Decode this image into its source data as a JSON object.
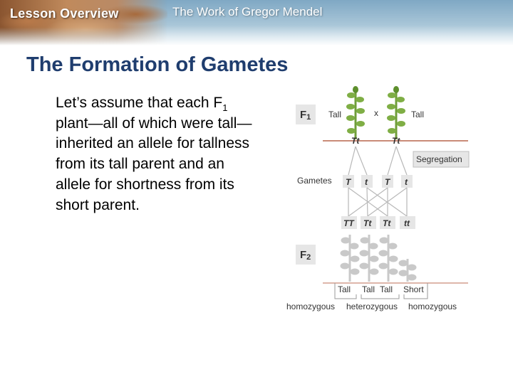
{
  "header": {
    "lesson_label": "Lesson Overview",
    "unit_title": "The Work of Gregor Mendel"
  },
  "slide": {
    "title": "The Formation of Gametes",
    "body_before_sub": "Let’s assume that each F",
    "body_subscript": "1",
    "body_after_sub": " plant—all of which were tall—inherited an allele for tallness from its tall parent and an allele for shortness from its short parent."
  },
  "diagram": {
    "f1_label": "F",
    "f1_sub": "1",
    "parent_left_label": "Tall",
    "cross_symbol": "x",
    "parent_right_label": "Tall",
    "parent_left_genotype": "Tt",
    "parent_right_genotype": "Tt",
    "segregation_label": "Segregation",
    "gametes_label": "Gametes",
    "gametes": [
      "T",
      "t",
      "T",
      "t"
    ],
    "offspring_genotypes": [
      "TT",
      "Tt",
      "Tt",
      "tt"
    ],
    "f2_label": "F",
    "f2_sub": "2",
    "phenotypes": [
      "Tall",
      "Tall",
      "Tall",
      "Short"
    ],
    "zygosity": [
      "homozygous",
      "heterozygous",
      "homozygous"
    ],
    "colors": {
      "title_blue": "#1f3d6e",
      "plant_green": "#6f9e3a",
      "f2_plant_gray": "#c9c9c9",
      "soil_line": "#c98b78",
      "label_box": "#e6e6e6"
    }
  }
}
